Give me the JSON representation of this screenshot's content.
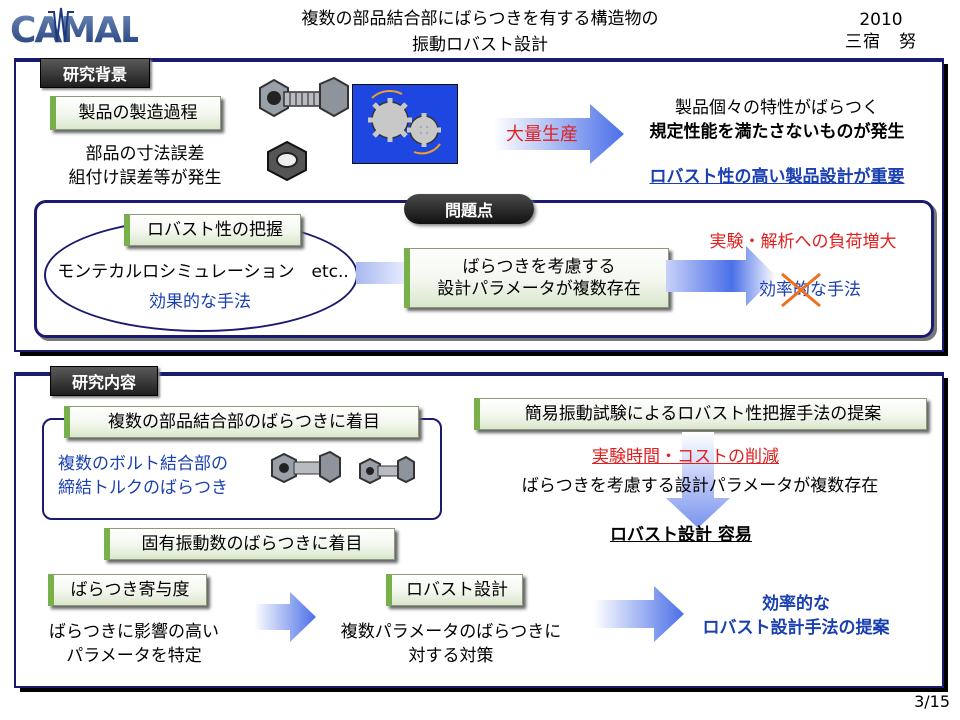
{
  "header": {
    "logo_text": "CAMAL",
    "title_line1": "複数の部品結合部にばらつきを有する構造物の",
    "title_line2": "振動ロバスト設計",
    "year": "2010",
    "author": "三宿　努"
  },
  "background": {
    "tag": "研究背景",
    "process_box": "製品の製造過程",
    "cause_line1": "部品の寸法誤差",
    "cause_line2": "組付け誤差等が発生",
    "mass_production": "大量生産",
    "result_line1": "製品個々の特性がばらつく",
    "result_line2": "規定性能を満たさないものが発生",
    "conclusion": "ロバスト性の高い製品設計が重要",
    "problem_tag": "問題点",
    "robust_box": "ロバスト性の把握",
    "mc_text": "モンテカルロシミュレーション　etc..",
    "effective": "効果的な手法",
    "param_box_line1": "ばらつきを考慮する",
    "param_box_line2": "設計パラメータが複数存在",
    "load_increase": "実験・解析への負荷増大",
    "efficient_crossed": "効率的な手法"
  },
  "content": {
    "tag": "研究内容",
    "focus_joints": "複数の部品結合部のばらつきに着目",
    "bolt_line1": "複数のボルト結合部の",
    "bolt_line2": "締結トルクのばらつき",
    "simple_test": "簡易振動試験によるロバスト性把握手法の提案",
    "cost_reduction": "実験時間・コストの削減",
    "multi_param": "ばらつきを考慮する設計パラメータが複数存在",
    "robust_easy": "ロバスト設計 容易",
    "focus_freq": "固有振動数のばらつきに着目",
    "contribution_box": "ばらつき寄与度",
    "contribution_line1": "ばらつきに影響の高い",
    "contribution_line2": "パラメータを特定",
    "design_box": "ロバスト設計",
    "design_line1": "複数パラメータのばらつきに",
    "design_line2": "対する対策",
    "final_line1": "効率的な",
    "final_line2": "ロバスト設計手法の提案"
  },
  "footer": {
    "page": "3/15"
  },
  "colors": {
    "navy": "#1a1a6e",
    "red": "#e02020",
    "blue": "#1a3fb0",
    "green": "#78b04a"
  }
}
